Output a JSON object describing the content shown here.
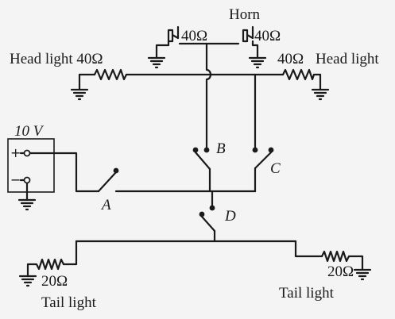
{
  "labels": {
    "horn": "Horn",
    "horn_left_value": "40Ω",
    "horn_right_value": "40Ω",
    "head_light_left": "Head light 40Ω",
    "head_light_right_value": "40Ω",
    "head_light_right_name": "Head light",
    "battery_voltage": "10 V",
    "battery_plus": "+",
    "battery_minus": "−",
    "switch_a": "A",
    "switch_b": "B",
    "switch_c": "C",
    "switch_d": "D",
    "tail_left_value": "20Ω",
    "tail_left_name": "Tail light",
    "tail_right_value": "20Ω",
    "tail_right_name": "Tail light"
  }
}
